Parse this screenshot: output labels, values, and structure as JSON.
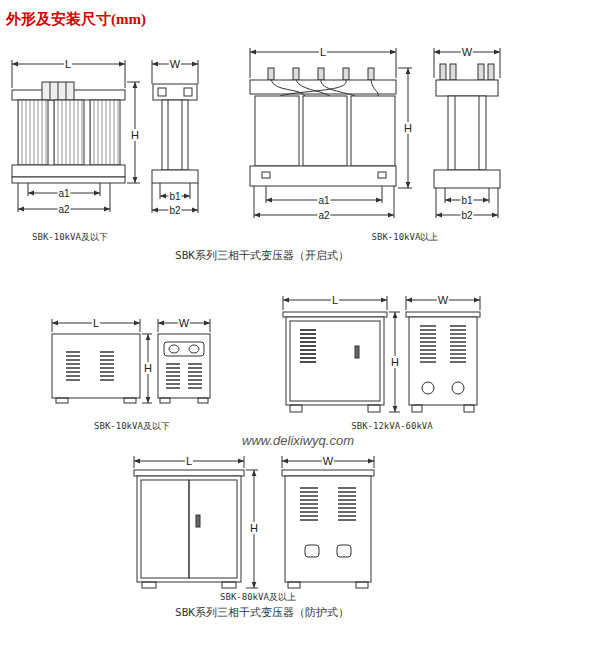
{
  "diagram": {
    "title": "外形及安装尺寸(mm)",
    "labels": [
      "L",
      "H",
      "a1",
      "a2",
      "W",
      "b1",
      "b2",
      "L",
      "H",
      "a1",
      "a2",
      "W",
      "b1",
      "b2",
      "SBK-10kVA及以下",
      "SBK-10kVA以上",
      "SBK系列三相干式变压器（开启式）",
      "L",
      "H",
      "W",
      "SBK-10kVA及以下",
      "L",
      "H",
      "W",
      "SBK-12kVA-60kVA",
      "www.delixiwyq.com",
      "L",
      "H",
      "W",
      "SBK-80kVA及以上",
      "SBK系列三相干式变压器（防护式）"
    ]
  }
}
